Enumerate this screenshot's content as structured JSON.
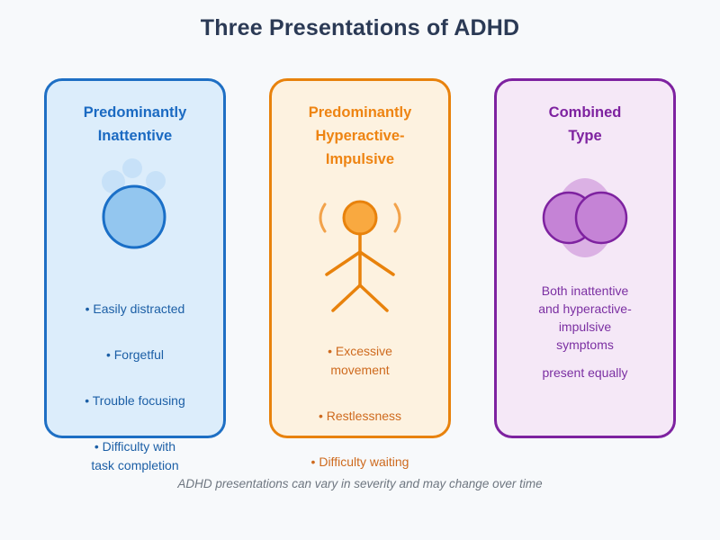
{
  "title": "Three Presentations of ADHD",
  "footer": "ADHD presentations can vary in severity and may change over time",
  "theme": {
    "page-bg": "#F7F9FB",
    "title-color": "#2B3A55",
    "footer-color": "#6E7680",
    "blue-border": "#1E6FC4",
    "blue-bg": "#DCEDFB",
    "blue-header": "#1B6AC2",
    "blue-text": "#1C5FA6",
    "blue-icon-fill": "#93C6EF",
    "blue-icon-stroke": "#1A6FC7",
    "blue-bubble": "#C7E1F8",
    "orange-border": "#E8820C",
    "orange-bg": "#FDF2E0",
    "orange-header": "#EE8412",
    "orange-text": "#CE6A1E",
    "orange-icon-fill": "#F9A940",
    "orange-icon-stroke": "#E8820C",
    "orange-paren": "#F2A24A",
    "purple-border": "#7E22A0",
    "purple-bg": "#F5E8F7",
    "purple-header": "#7E22A0",
    "purple-text": "#7B2FA2",
    "purple-icon-fill": "#C583D6",
    "purple-icon-stroke": "#7E22A0"
  },
  "cards": [
    {
      "title": "Predominantly\nInattentive",
      "icon": "daydream-bubbles-icon",
      "bullets": [
        "• Easily distracted",
        "• Forgetful",
        "• Trouble focusing",
        "• Difficulty with\ntask completion"
      ]
    },
    {
      "title": "Predominantly\nHyperactive-\nImpulsive",
      "icon": "stick-figure-icon",
      "bullets": [
        "• Excessive\nmovement",
        "• Restlessness",
        "• Difficulty waiting"
      ]
    },
    {
      "title": "Combined\nType",
      "icon": "overlapping-circles-icon",
      "body": "Both inattentive\nand hyperactive-\nimpulsive\nsymptoms",
      "body2": "present equally"
    }
  ]
}
